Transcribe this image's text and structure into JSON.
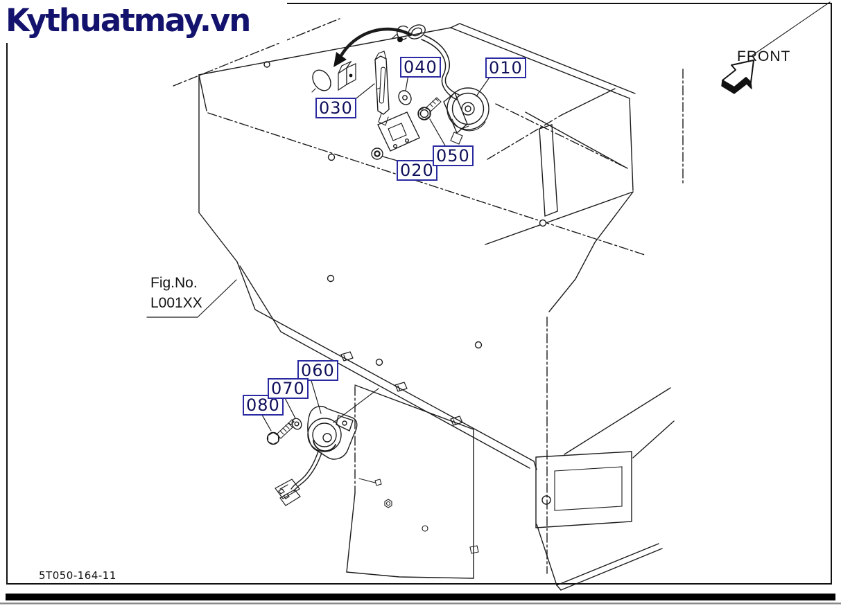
{
  "watermark": {
    "text": "Kythuatmay.vn",
    "color": "#13136e"
  },
  "orientation": {
    "label": "FRONT"
  },
  "figure": {
    "label_line1": "Fig.No.",
    "label_line2": "L001XX"
  },
  "drawing_number": "5T050-164-11",
  "parts": [
    {
      "ref": "010"
    },
    {
      "ref": "020"
    },
    {
      "ref": "030"
    },
    {
      "ref": "040"
    },
    {
      "ref": "050"
    },
    {
      "ref": "060"
    },
    {
      "ref": "070"
    },
    {
      "ref": "080"
    }
  ],
  "colors": {
    "line": "#1b1b1b",
    "label_border": "#2a2aa2",
    "label_text": "#0f0f5c",
    "footer_bar": "#000000",
    "footer_rule": "#8a8a8a",
    "background": "#ffffff"
  }
}
